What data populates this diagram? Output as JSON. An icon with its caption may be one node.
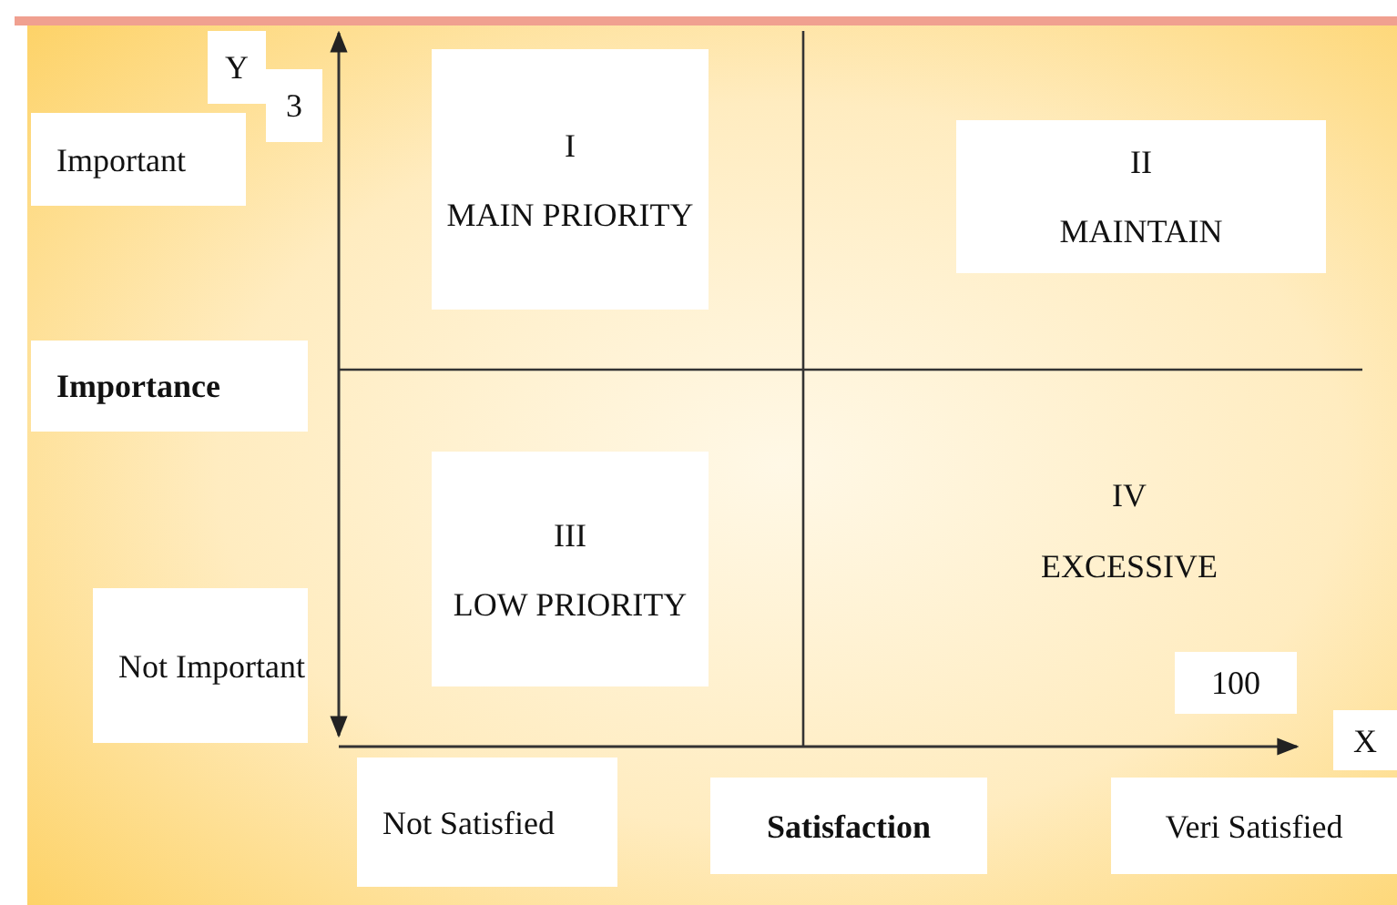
{
  "diagram": {
    "nodes": [
      {
        "text": [
          "Y"
        ]
      },
      {
        "text": [
          "3"
        ]
      },
      {
        "text": [
          "Important"
        ]
      },
      {
        "text": [
          "I",
          "MAIN PRIORITY"
        ]
      },
      {
        "text": [
          "II",
          "MAINTAIN"
        ]
      },
      {
        "text": [
          "Importance"
        ]
      },
      {
        "text": [
          "III",
          "LOW PRIORITY"
        ]
      },
      {
        "text": [
          "Not Important"
        ]
      },
      {
        "text": [
          "100"
        ]
      },
      {
        "text": [
          "X"
        ]
      },
      {
        "text": [
          "Not Satisfied"
        ]
      },
      {
        "text": [
          "Satisfaction"
        ]
      },
      {
        "text": [
          "Veri Satisfied"
        ]
      }
    ],
    "labels": [
      "IV",
      "EXCESSIVE"
    ]
  }
}
